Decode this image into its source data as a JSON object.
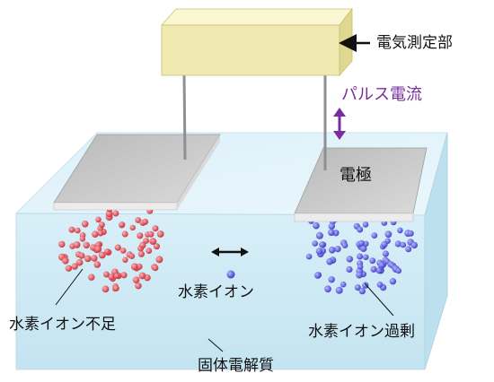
{
  "labels": {
    "meter": "電気測定部",
    "pulse": "パルス電流",
    "electrode": "電極",
    "ion": "水素イオン",
    "deficit": "水素イオン不足",
    "excess": "水素イオン過剰",
    "electrolyte": "固体電解質"
  },
  "colors": {
    "block_front": "#cfe9f5",
    "block_top": "#e4f4fb",
    "block_side": "#bfe0ee",
    "meter_body": "#f2edb6",
    "meter_top": "#faf6cf",
    "meter_side": "#e4dc96",
    "electrode_top": "#c9c9c9",
    "electrode_edge": "#ebebeb",
    "ion_red": "#d9434d",
    "ion_blue": "#5a5ad6",
    "arrow": "#111111",
    "pulse_arrow": "#7a2e9e"
  }
}
